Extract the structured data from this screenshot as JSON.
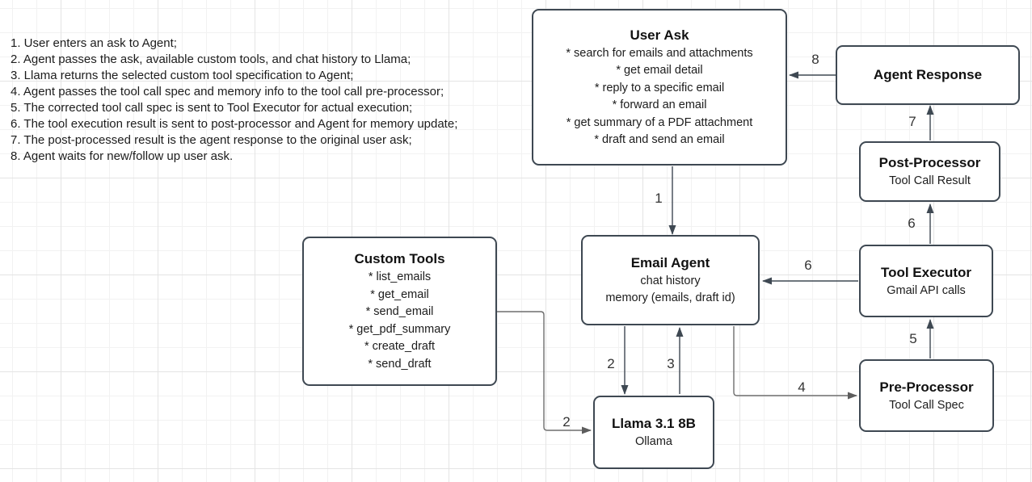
{
  "notes": {
    "items": [
      "1. User enters an ask to Agent;",
      "2. Agent passes the ask, available custom tools, and chat history to Llama;",
      "3. Llama returns the selected custom tool specification to Agent;",
      "4. Agent passes the tool call spec and memory info to the tool call pre-processor;",
      "5. The corrected tool call spec is sent to Tool Executor for actual execution;",
      "6. The tool execution result is sent to post-processor and Agent for memory update;",
      "7. The post-processed result is the agent response to the original user ask;",
      "8. Agent waits for new/follow up user ask."
    ]
  },
  "nodes": {
    "user_ask": {
      "title": "User Ask",
      "lines": [
        "* search for emails and attachments",
        "* get email detail",
        "* reply to a specific email",
        "* forward an email",
        "* get summary of a PDF attachment",
        "* draft and send an email"
      ]
    },
    "agent_response": {
      "title": "Agent Response"
    },
    "post_processor": {
      "title": "Post-Processor",
      "subtitle": "Tool Call Result"
    },
    "tool_executor": {
      "title": "Tool Executor",
      "subtitle": "Gmail API calls"
    },
    "pre_processor": {
      "title": "Pre-Processor",
      "subtitle": "Tool Call Spec"
    },
    "custom_tools": {
      "title": "Custom Tools",
      "lines": [
        "* list_emails",
        "* get_email",
        "* send_email",
        "* get_pdf_summary",
        "* create_draft",
        "* send_draft"
      ]
    },
    "email_agent": {
      "title": "Email Agent",
      "lines": [
        "chat history",
        "memory (emails, draft id)"
      ]
    },
    "llama": {
      "title": "Llama 3.1 8B",
      "subtitle": "Ollama"
    }
  },
  "edge_labels": {
    "step1": "1",
    "step2_agent_to_llama": "2",
    "step2_tools_to_llama": "2",
    "step3": "3",
    "step4": "4",
    "step5": "5",
    "step6_to_agent": "6",
    "step6_to_post": "6",
    "step7": "7",
    "step8": "8"
  },
  "colors": {
    "node_border": "#3e4852",
    "arrow_dark": "#3e4852",
    "arrow_gray": "#6e6e6e",
    "grid_minor": "#f2f2f2",
    "grid_major": "#e4e4e4"
  }
}
